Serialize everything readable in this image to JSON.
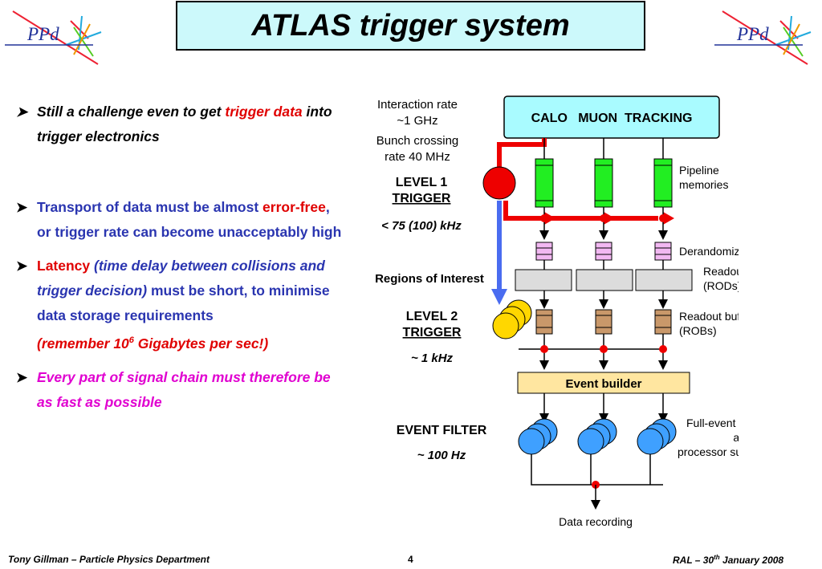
{
  "title": "ATLAS trigger system",
  "logo_text": "PPd",
  "bullets": {
    "b1": {
      "pre": "Still a challenge even to get ",
      "red": "trigger data",
      "post": " into trigger electronics"
    },
    "b2": {
      "pre": "Transport of data must be almost ",
      "red": "error-free",
      "post": ", or trigger rate can become unacceptably high"
    },
    "b3": {
      "red": "Latency",
      "italic": " (time delay between collisions and trigger decision)",
      "post": " must be short, to minimise data storage requirements",
      "note_pre": "(remember 10",
      "note_sup": "6",
      "note_post": " Gigabytes per sec!)"
    },
    "b4": {
      "text": "Every part of signal chain must therefore be as fast as possible"
    }
  },
  "diagram": {
    "interaction_rate": [
      "Interaction rate",
      "~1 GHz"
    ],
    "bunch_crossing": [
      "Bunch crossing",
      "rate 40 MHz"
    ],
    "level1": [
      "LEVEL 1",
      "TRIGGER"
    ],
    "level1_rate": "< 75 (100) kHz",
    "roi": "Regions of Interest",
    "level2": [
      "LEVEL 2",
      "TRIGGER"
    ],
    "level2_rate": "~ 1 kHz",
    "event_filter": "EVENT FILTER",
    "ef_rate": "~ 100 Hz",
    "detectors": "CALO   MUON  TRACKING",
    "pipeline": [
      "Pipeline",
      "memories"
    ],
    "derandomizers": "Derandomizers",
    "rods": [
      "Readout drivers",
      "(RODs)"
    ],
    "robs": [
      "Readout buffers",
      "(ROBs)"
    ],
    "event_builder": "Event builder",
    "fullevent": [
      "Full-event buffers",
      "and",
      "processor sub-farms"
    ],
    "data_recording": "Data recording"
  },
  "footer": {
    "left": "Tony Gillman – Particle Physics Department",
    "page": "4",
    "right_pre": "RAL – 30",
    "right_sup": "th",
    "right_post": " January 2008"
  },
  "colors": {
    "title_bg": "#ccf9fb",
    "red": "#e00000",
    "blue": "#2a35b0",
    "magenta": "#e000d0"
  }
}
